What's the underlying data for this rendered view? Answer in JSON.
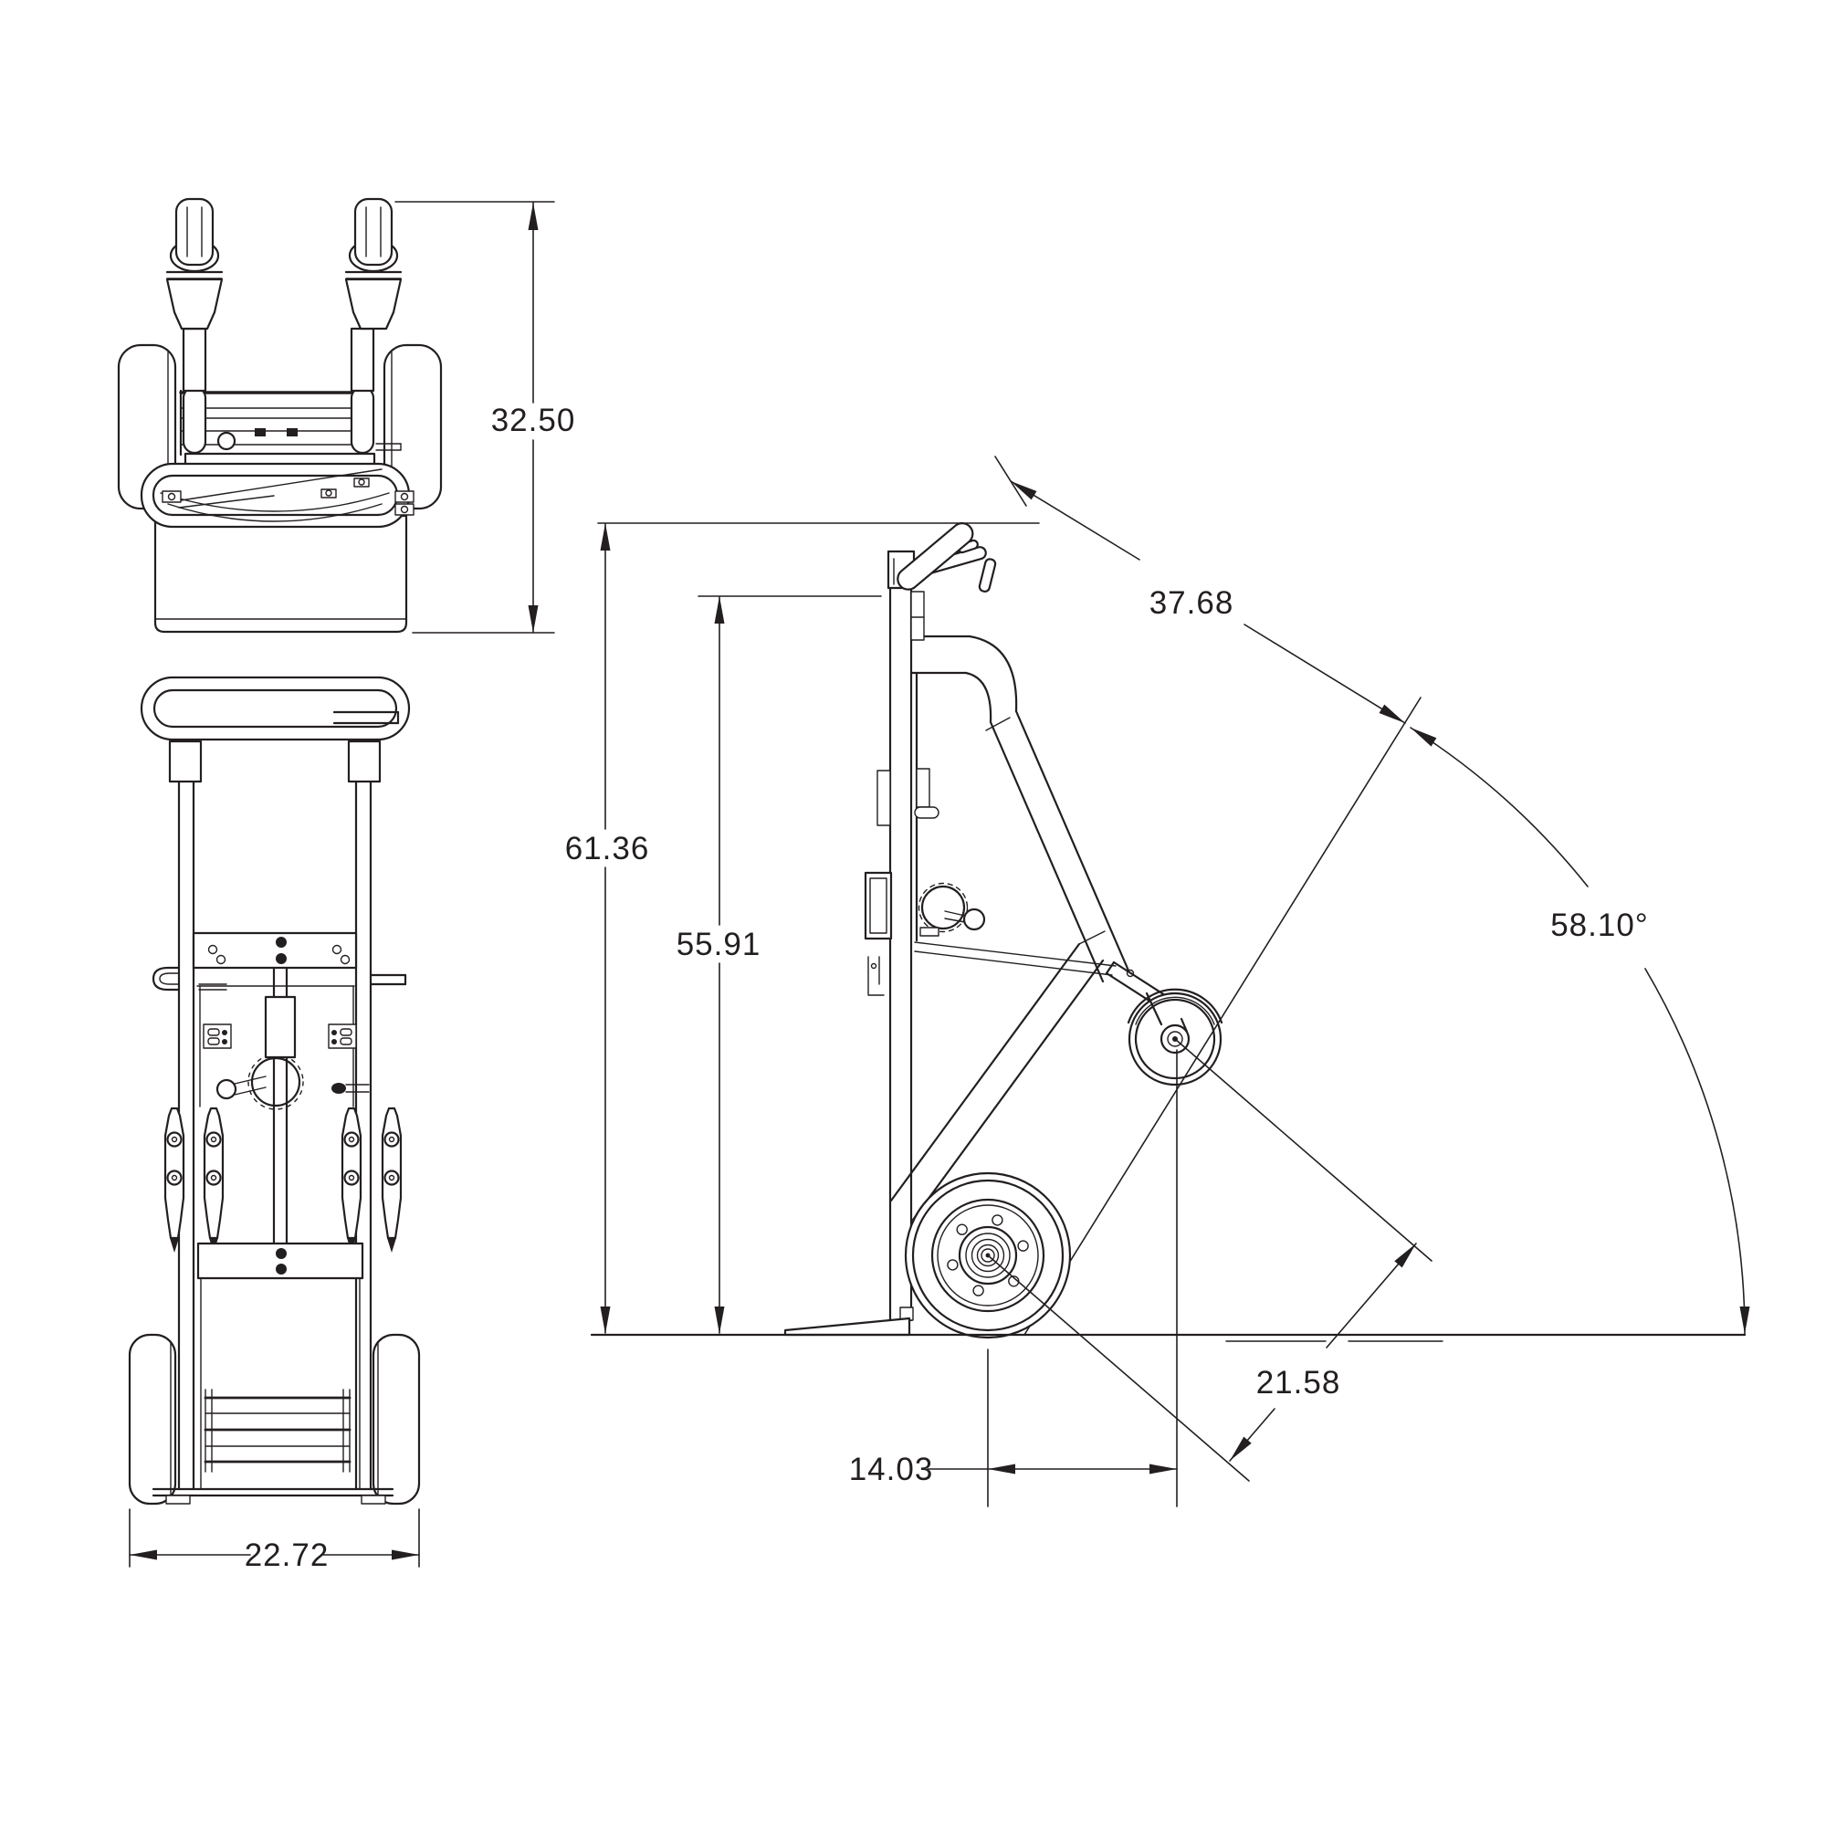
{
  "drawing": {
    "background_color": "#ffffff",
    "line_color": "#231f20",
    "views": {
      "top_view": {
        "dim_depth": "32.50"
      },
      "front_view": {
        "dim_overall_width": "22.72"
      },
      "side_view": {
        "dim_overall_height": "61.36",
        "dim_frame_height": "55.91",
        "dim_handle_to_caster": "37.68",
        "dim_tilt_angle": "58.10°",
        "dim_axle_to_caster": "21.58",
        "dim_wheel_to_caster_offset": "14.03"
      }
    }
  }
}
